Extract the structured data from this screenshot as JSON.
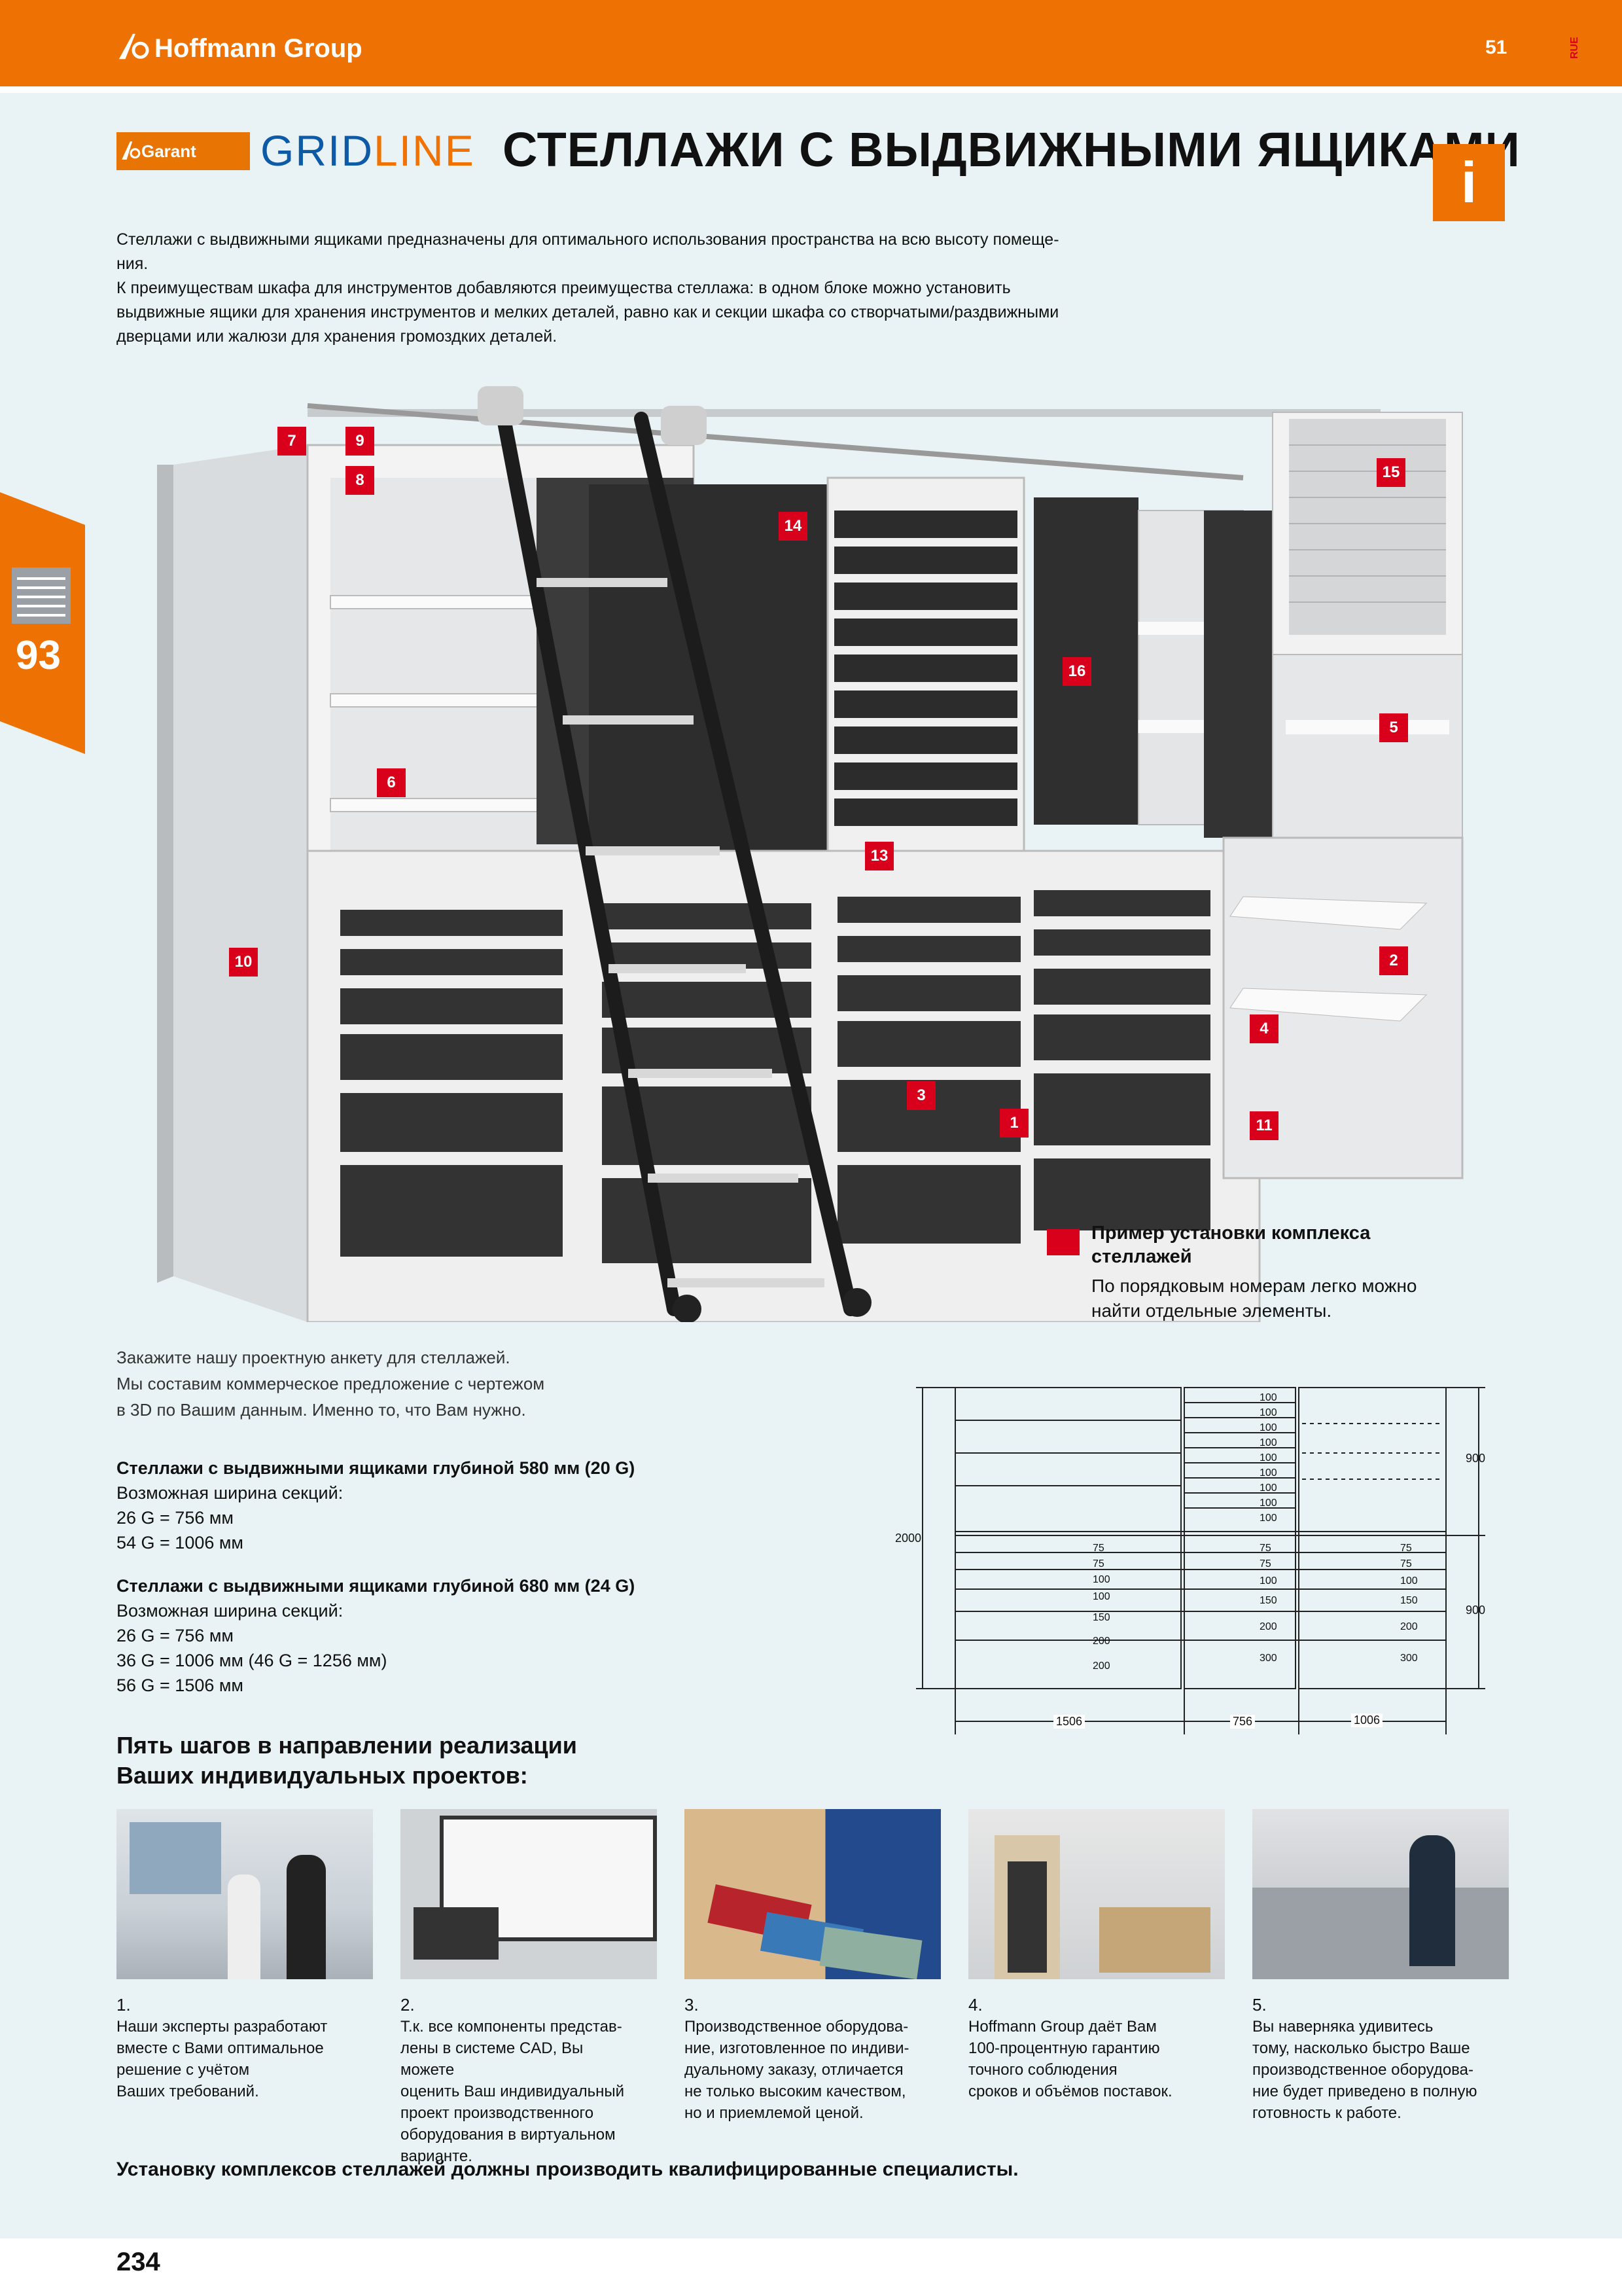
{
  "header": {
    "brand": "Hoffmann Group",
    "page_number": "51",
    "language_code": "RUE"
  },
  "title_row": {
    "garant_label": "Garant",
    "gridline_part1": "GRID",
    "gridline_part2": "LINE",
    "title": "СТЕЛЛАЖИ С ВЫДВИЖНЫМИ ЯЩИКАМИ",
    "info_icon": "i"
  },
  "intro": {
    "line1": "Стеллажи с выдвижными ящиками предназначены для оптимального использования пространства на всю высоту помеще-",
    "line2": "ния.",
    "line3": "К преимуществам шкафа для инструментов добавляются преимущества стеллажа: в одном блоке можно установить",
    "line4": "выдвижные ящики для хранения инструментов и мелких деталей, равно как и секции шкафа со створчатыми/раздвижными",
    "line5": "дверцами или жалюзи для хранения громоздких деталей."
  },
  "side_tab": {
    "number": "93"
  },
  "illustration": {
    "badges": [
      "1",
      "2",
      "3",
      "4",
      "5",
      "6",
      "7",
      "8",
      "9",
      "10",
      "11",
      "13",
      "14",
      "15",
      "16"
    ]
  },
  "legend": {
    "title_line1": "Пример установки комплекса",
    "title_line2": "стеллажей",
    "text_line1": "По порядковым номерам легко можно",
    "text_line2": "найти отдельные элементы."
  },
  "order_note": {
    "line1": "Закажите нашу проектную анкету для стеллажей.",
    "line2": "Мы составим коммерческое предложение с чертежом",
    "line3": "в 3D по Вашим данным. Именно то, что Вам нужно."
  },
  "spec_580": {
    "title": "Стеллажи с выдвижными ящиками глубиной 580 мм (20 G)",
    "line1": "Возможная ширина секций:",
    "line2": "26 G = 756 мм",
    "line3": "54 G = 1006 мм"
  },
  "spec_680": {
    "title": "Стеллажи с выдвижными ящиками глубиной 680 мм (24 G)",
    "line1": "Возможная ширина секций:",
    "line2": "26 G = 756 мм",
    "line3": "36 G = 1006 мм (46 G = 1256 мм)",
    "line4": "56 G = 1506 мм"
  },
  "drawing": {
    "height_total": "2000",
    "height_upper": "900",
    "height_lower": "900",
    "width_left": "1506",
    "width_mid": "756",
    "width_right": "1006",
    "mid_upper_drawers": [
      "100",
      "100",
      "100",
      "100",
      "100",
      "100",
      "100",
      "100",
      "100"
    ],
    "left_lower_drawers": [
      "75",
      "75",
      "100",
      "100",
      "150",
      "200",
      "200"
    ],
    "mid_lower_drawers": [
      "75",
      "75",
      "100",
      "150",
      "200",
      "300"
    ],
    "right_lower_drawers": [
      "75",
      "75",
      "100",
      "150",
      "200",
      "300"
    ]
  },
  "steps": {
    "title_line1": "Пять шагов в направлении реализации",
    "title_line2": "Ваших индивидуальных проектов:",
    "items": [
      {
        "num": "1.",
        "l1": "Наши эксперты разработают",
        "l2": "вместе с Вами оптимальное",
        "l3": "решение с учётом",
        "l4": "Ваших требований.",
        "l5": ""
      },
      {
        "num": "2.",
        "l1": "Т.к. все компоненты представ-",
        "l2": "лены в системе CAD, Вы можете",
        "l3": "оценить Ваш индивидуальный",
        "l4": "проект производственного",
        "l5": "оборудования в виртуальном",
        "l6": "варианте."
      },
      {
        "num": "3.",
        "l1": "Производственное оборудова-",
        "l2": "ние, изготовленное по индиви-",
        "l3": "дуальному заказу, отличается",
        "l4": "не только высоким качеством,",
        "l5": "но и приемлемой ценой."
      },
      {
        "num": "4.",
        "l1": "Hoffmann Group даёт Вам",
        "l2": "100-процентную гарантию",
        "l3": "точного соблюдения",
        "l4": "сроков и объёмов поставок.",
        "l5": ""
      },
      {
        "num": "5.",
        "l1": "Вы наверняка удивитесь",
        "l2": "тому, насколько быстро Ваше",
        "l3": "производственное оборудова-",
        "l4": "ние будет приведено в полную",
        "l5": "готовность к работе."
      }
    ]
  },
  "warning": "Установку комплексов стеллажей должны производить квалифицированные специалисты.",
  "footer": {
    "page_number": "234"
  },
  "colors": {
    "orange": "#ee7203",
    "red": "#d9001b",
    "teal_bg": "#e9f3f5",
    "dark_panel": "#3a3a3a"
  }
}
